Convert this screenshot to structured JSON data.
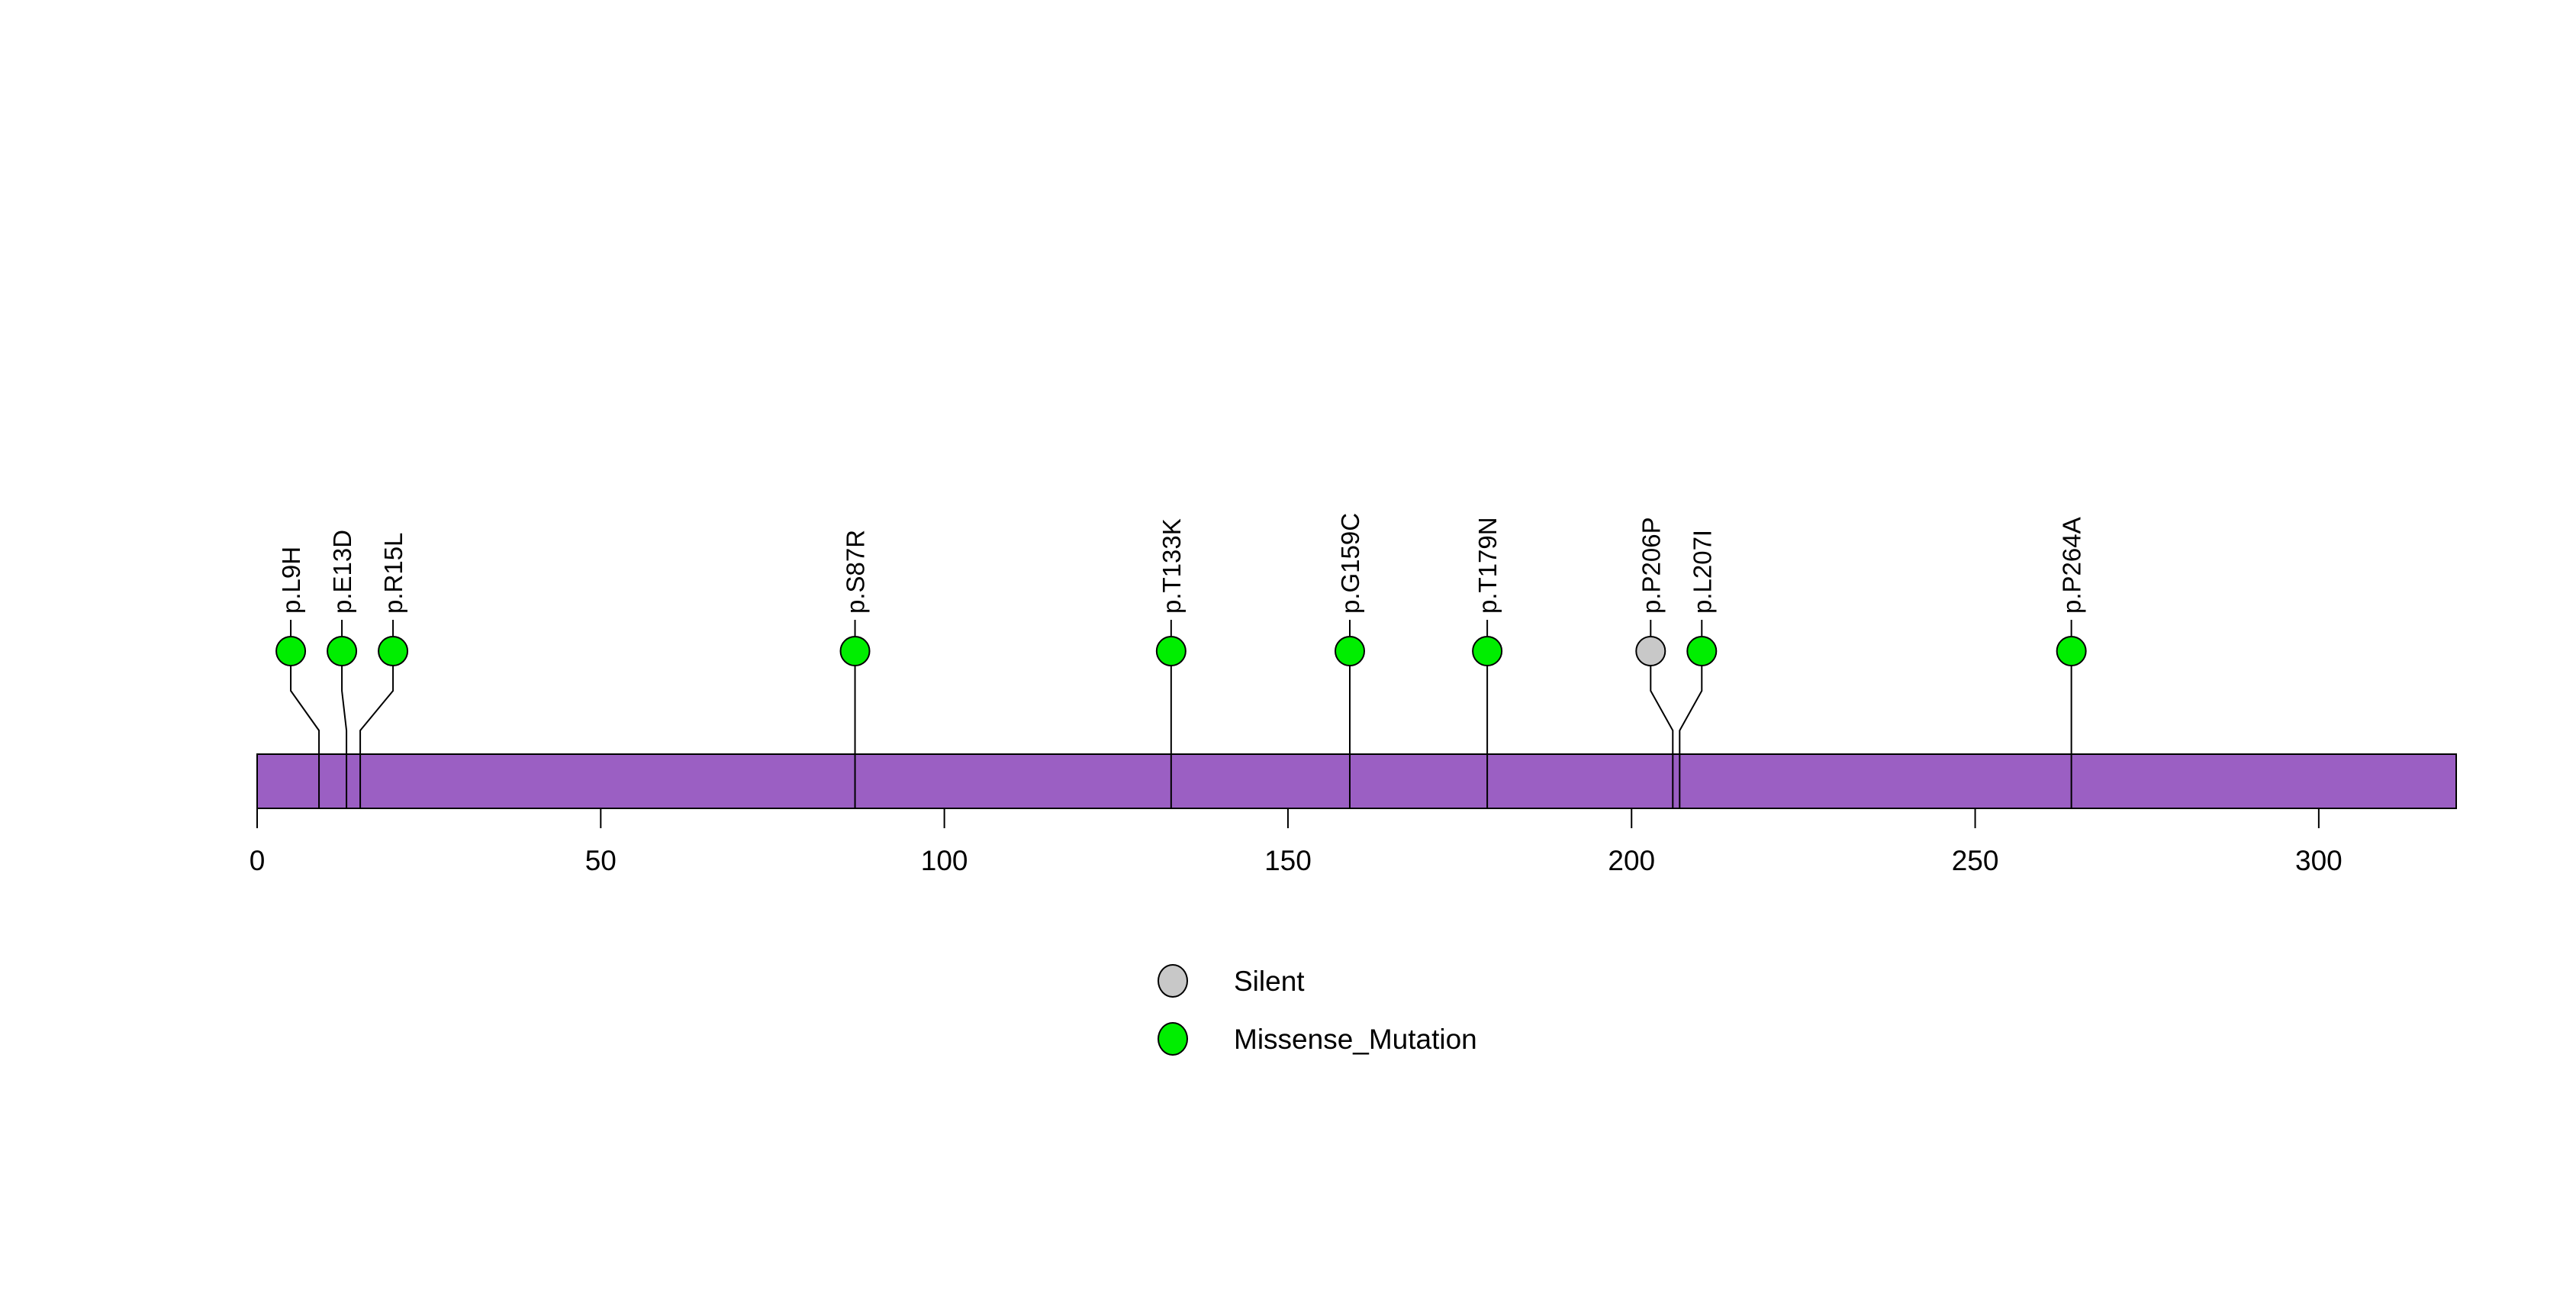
{
  "chart_data": {
    "type": "lollipop",
    "description": "Protein lollipop mutation plot",
    "title": "",
    "xlabel": "",
    "ylabel": "",
    "xaxis": {
      "ticks": [
        0,
        50,
        100,
        150,
        200,
        250,
        300
      ],
      "range": [
        0,
        320
      ],
      "grid": false
    },
    "protein_bar": {
      "start": 0,
      "end": 320,
      "color": "#9B5FC3",
      "border_color": "#000000"
    },
    "mutations": [
      {
        "label": "p.L9H",
        "position": 9,
        "type": "Missense_Mutation"
      },
      {
        "label": "p.E13D",
        "position": 13,
        "type": "Missense_Mutation"
      },
      {
        "label": "p.R15L",
        "position": 15,
        "type": "Missense_Mutation"
      },
      {
        "label": "p.S87R",
        "position": 87,
        "type": "Missense_Mutation"
      },
      {
        "label": "p.T133K",
        "position": 133,
        "type": "Missense_Mutation"
      },
      {
        "label": "p.G159C",
        "position": 159,
        "type": "Missense_Mutation"
      },
      {
        "label": "p.T179N",
        "position": 179,
        "type": "Missense_Mutation"
      },
      {
        "label": "p.P206P",
        "position": 206,
        "type": "Silent"
      },
      {
        "label": "p.L207I",
        "position": 207,
        "type": "Missense_Mutation"
      },
      {
        "label": "p.P264A",
        "position": 264,
        "type": "Missense_Mutation"
      }
    ],
    "colors": {
      "Missense_Mutation": "#00EE00",
      "Silent": "#C8C8C8",
      "line": "#000000"
    },
    "legend": {
      "position": "bottom-center",
      "items": [
        {
          "label": "Silent",
          "color": "#C8C8C8"
        },
        {
          "label": "Missense_Mutation",
          "color": "#00EE00"
        }
      ]
    }
  }
}
